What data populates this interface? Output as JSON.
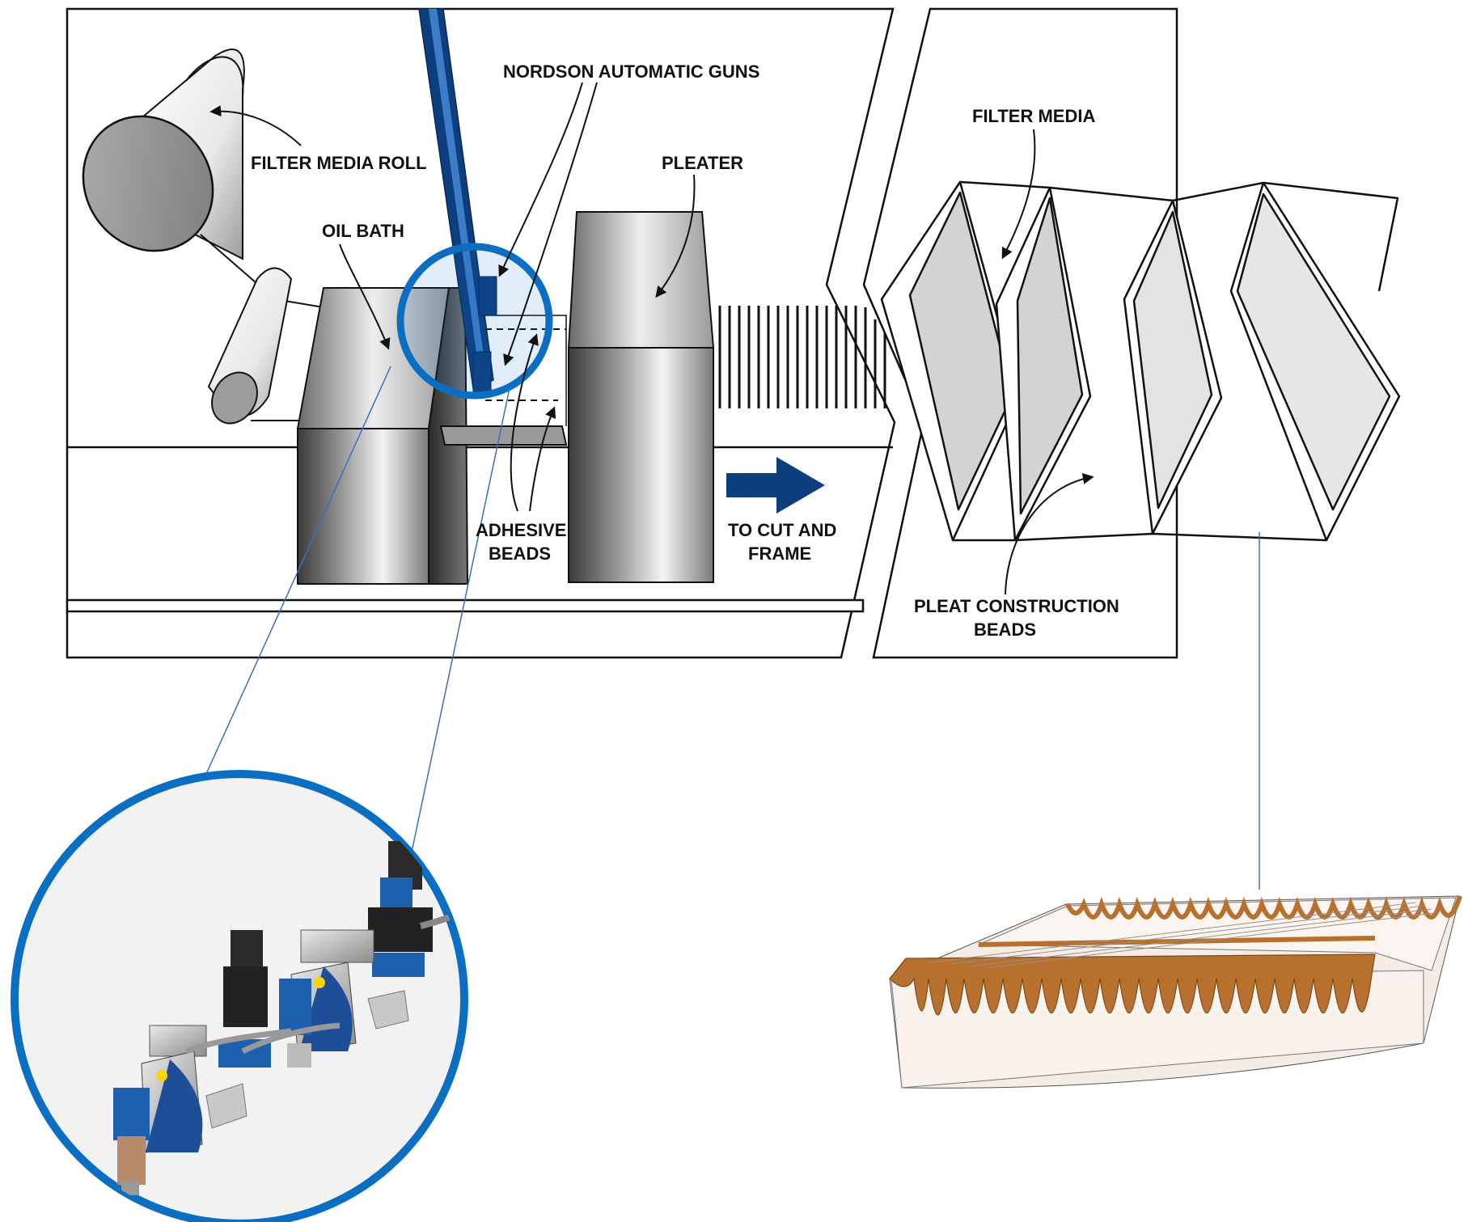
{
  "labels": {
    "filter_media_roll": "FILTER MEDIA ROLL",
    "oil_bath": "OIL BATH",
    "nordson_guns": "NORDSON AUTOMATIC GUNS",
    "pleater": "PLEATER",
    "adhesive_beads_line1": "ADHESIVE",
    "adhesive_beads_line2": "BEADS",
    "to_cut_line1": "TO CUT AND",
    "to_cut_line2": "FRAME",
    "filter_media": "FILTER MEDIA",
    "pleat_beads_line1": "PLEAT CONSTRUCTION",
    "pleat_beads_line2": "BEADS"
  },
  "colors": {
    "accent_blue": "#0a6fc2",
    "navy": "#0d3f7e",
    "connector_line": "#3b6fbf",
    "pleat_brown": "#b8702e",
    "pleat_face": "#f6ece6",
    "ink": "#111111"
  },
  "icons": {
    "flow_arrow": "right-arrow-icon",
    "gun_unit": "glue-gun-icon"
  }
}
